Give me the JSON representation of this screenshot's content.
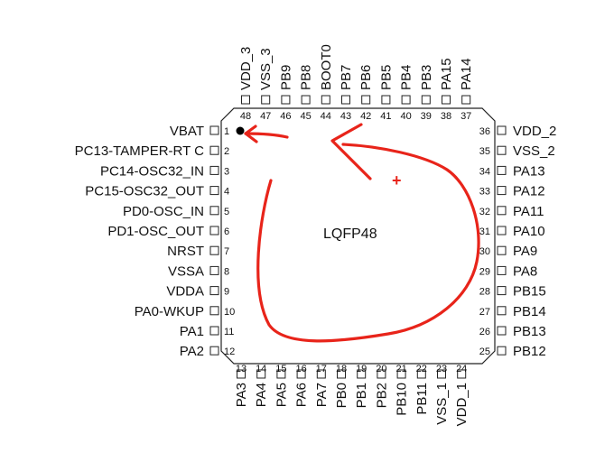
{
  "chip": {
    "package_label": "LQFP48",
    "pin1_marker": "dot"
  },
  "pins": {
    "left": [
      {
        "num": "1",
        "name": "VBAT"
      },
      {
        "num": "2",
        "name": "PC13-TAMPER-RT C"
      },
      {
        "num": "3",
        "name": "PC14-OSC32_IN"
      },
      {
        "num": "4",
        "name": "PC15-OSC32_OUT"
      },
      {
        "num": "5",
        "name": "PD0-OSC_IN"
      },
      {
        "num": "6",
        "name": "PD1-OSC_OUT"
      },
      {
        "num": "7",
        "name": "NRST"
      },
      {
        "num": "8",
        "name": "VSSA"
      },
      {
        "num": "9",
        "name": "VDDA"
      },
      {
        "num": "10",
        "name": "PA0-WKUP"
      },
      {
        "num": "11",
        "name": "PA1"
      },
      {
        "num": "12",
        "name": "PA2"
      }
    ],
    "bottom": [
      {
        "num": "13",
        "name": "PA3"
      },
      {
        "num": "14",
        "name": "PA4"
      },
      {
        "num": "15",
        "name": "PA5"
      },
      {
        "num": "16",
        "name": "PA6"
      },
      {
        "num": "17",
        "name": "PA7"
      },
      {
        "num": "18",
        "name": "PB0"
      },
      {
        "num": "19",
        "name": "PB1"
      },
      {
        "num": "20",
        "name": "PB2"
      },
      {
        "num": "21",
        "name": "PB10"
      },
      {
        "num": "22",
        "name": "PB11"
      },
      {
        "num": "23",
        "name": "VSS_1"
      },
      {
        "num": "24",
        "name": "VDD_1"
      }
    ],
    "right": [
      {
        "num": "36",
        "name": "VDD_2"
      },
      {
        "num": "35",
        "name": "VSS_2"
      },
      {
        "num": "34",
        "name": "PA13"
      },
      {
        "num": "33",
        "name": "PA12"
      },
      {
        "num": "32",
        "name": "PA11"
      },
      {
        "num": "31",
        "name": "PA10"
      },
      {
        "num": "30",
        "name": "PA9"
      },
      {
        "num": "29",
        "name": "PA8"
      },
      {
        "num": "28",
        "name": "PB15"
      },
      {
        "num": "27",
        "name": "PB14"
      },
      {
        "num": "26",
        "name": "PB13"
      },
      {
        "num": "25",
        "name": "PB12"
      }
    ],
    "top": [
      {
        "num": "48",
        "name": "VDD_3"
      },
      {
        "num": "47",
        "name": "VSS_3"
      },
      {
        "num": "46",
        "name": "PB9"
      },
      {
        "num": "45",
        "name": "PB8"
      },
      {
        "num": "44",
        "name": "BOOT0"
      },
      {
        "num": "43",
        "name": "PB7"
      },
      {
        "num": "42",
        "name": "PB6"
      },
      {
        "num": "41",
        "name": "PB5"
      },
      {
        "num": "40",
        "name": "PB4"
      },
      {
        "num": "39",
        "name": "PB3"
      },
      {
        "num": "38",
        "name": "PA15"
      },
      {
        "num": "37",
        "name": "PA14"
      }
    ]
  },
  "annotation": {
    "stroke_color": "#e8241a",
    "cross_symbol": "+"
  }
}
